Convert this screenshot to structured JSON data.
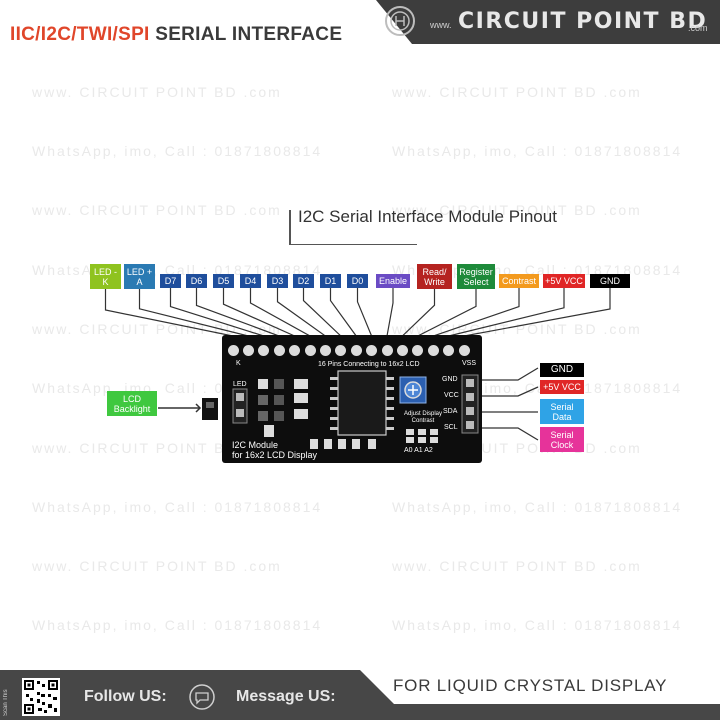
{
  "header": {
    "title_protocols": "IIC/I2C/TWI/SPI",
    "title_rest": "SERIAL INTERFACE",
    "brand_www": "www.",
    "brand_name": "CIRCUIT POINT BD",
    "brand_com": ".com"
  },
  "watermark": {
    "site": "www. CIRCUIT POINT BD .com",
    "contact": "WhatsApp, imo, Call : 01871808814"
  },
  "diagram": {
    "title": "I2C Serial Interface Module Pinout",
    "top_labels": [
      {
        "text": "LED - K",
        "color": "#8fc31f"
      },
      {
        "text": "LED + A",
        "color": "#2a7ab3"
      },
      {
        "text": "D7",
        "color": "#1f4e9c"
      },
      {
        "text": "D6",
        "color": "#1f4e9c"
      },
      {
        "text": "D5",
        "color": "#1f4e9c"
      },
      {
        "text": "D4",
        "color": "#1f4e9c"
      },
      {
        "text": "D3",
        "color": "#1f4e9c"
      },
      {
        "text": "D2",
        "color": "#1f4e9c"
      },
      {
        "text": "D1",
        "color": "#1f4e9c"
      },
      {
        "text": "D0",
        "color": "#1f4e9c"
      },
      {
        "text": "Enable",
        "color": "#6a4bc4"
      },
      {
        "text": "Read/ Write",
        "color": "#b52320"
      },
      {
        "text": "Register Select",
        "color": "#1e8a3a"
      },
      {
        "text": "Contrast",
        "color": "#f39a1e"
      },
      {
        "text": "+5V VCC",
        "color": "#e02626"
      },
      {
        "text": "GND",
        "color": "#000000"
      }
    ],
    "right_labels": [
      {
        "text": "GND",
        "color": "#000000"
      },
      {
        "text": "+5V VCC",
        "color": "#e02626"
      },
      {
        "text": "Serial Data",
        "color": "#2fa3e6"
      },
      {
        "text": "Serial Clock",
        "color": "#e6339a"
      }
    ],
    "left_label": {
      "text": "LCD Backlight",
      "color": "#3fc83f"
    },
    "board": {
      "header_text": "16 Pins Connecting to 16x2 LCD",
      "k_label": "K",
      "vss_label": "VSS",
      "led_label": "LED",
      "pins": [
        "GND",
        "VCC",
        "SDA",
        "SCL"
      ],
      "pot_label": "Adjust Display Contrast",
      "addr_label": "A0  A1  A2",
      "module_label_1": "I2C Module",
      "module_label_2": "for 16x2 LCD Display"
    }
  },
  "footer": {
    "scan": "Scan This",
    "follow": "Follow US:",
    "message": "Message US:",
    "tagline": "FOR LIQUID CRYSTAL DISPLAY"
  }
}
